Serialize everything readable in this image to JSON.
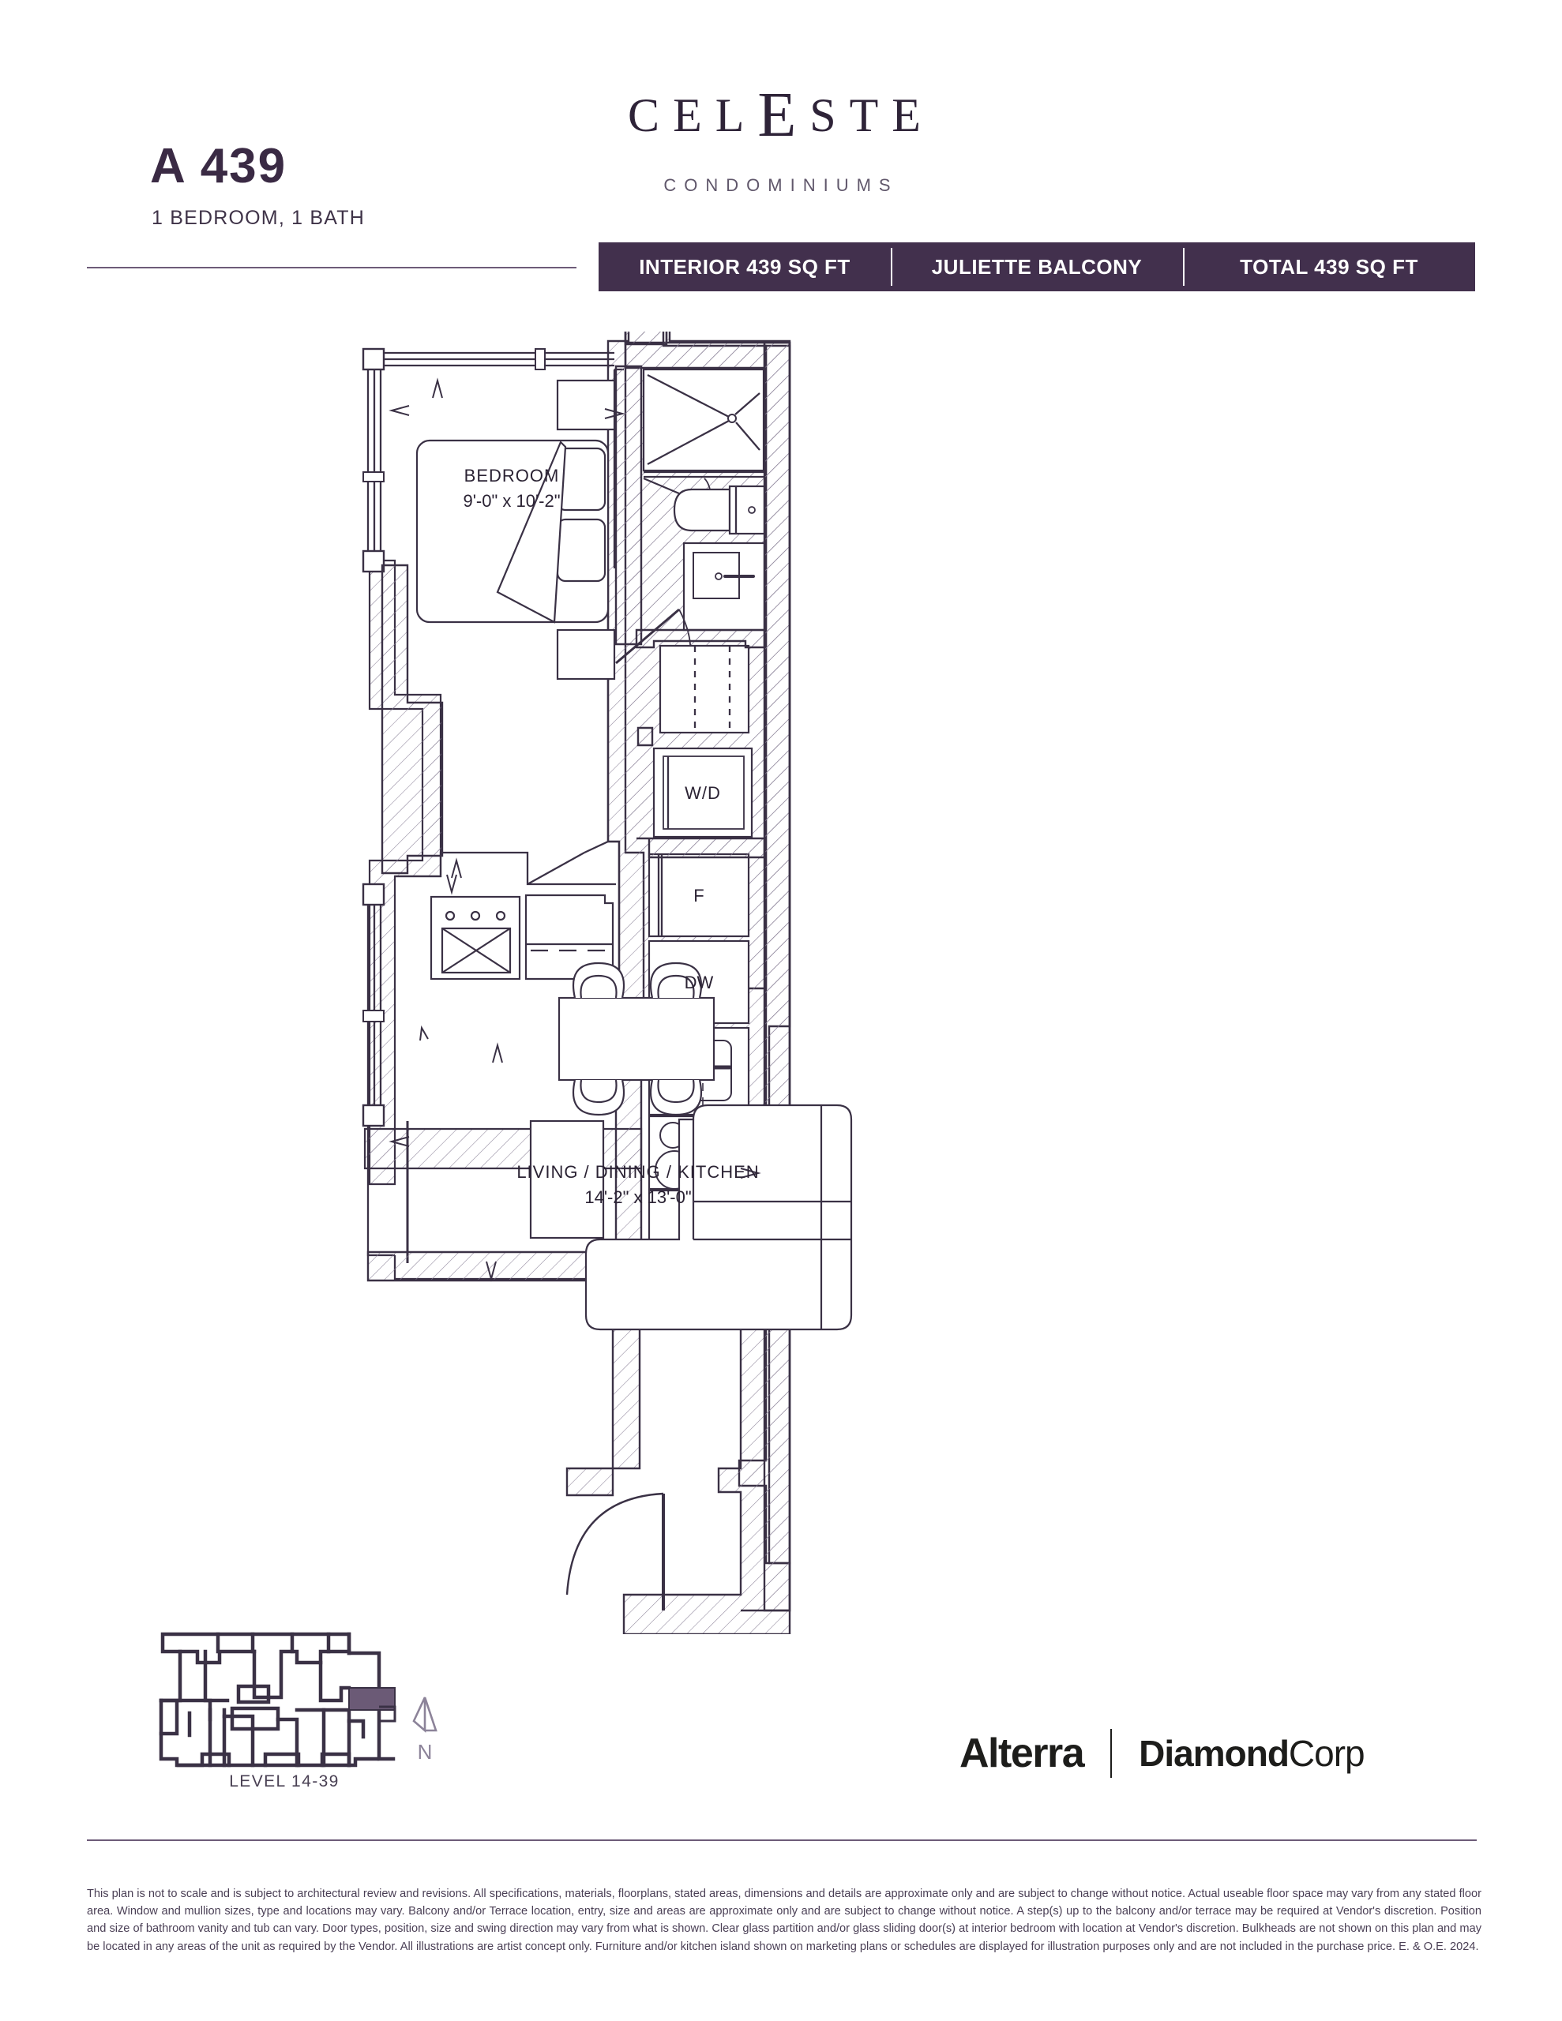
{
  "header": {
    "unit_code": "A 439",
    "unit_subtitle": "1 BEDROOM,  1 BATH",
    "logo_part1": "C",
    "logo_part2": "EL",
    "logo_big_e": "E",
    "logo_part3": "STE",
    "logo_full": "CELESTE",
    "logo_subtitle": "CONDOMINIUMS",
    "banner": [
      {
        "label": "INTERIOR 439 SQ FT"
      },
      {
        "label": "JULIETTE BALCONY"
      },
      {
        "label": "TOTAL 439 SQ FT"
      }
    ]
  },
  "plan": {
    "rooms": [
      {
        "name": "BEDROOM",
        "dimensions": "9'-0\" x 10'-2\""
      },
      {
        "name": "LIVING / DINING / KITCHEN",
        "dimensions": "14'-2\" x 13'-0\""
      }
    ],
    "appliances": [
      {
        "label": "W/D"
      },
      {
        "label": "F"
      },
      {
        "label": "DW"
      }
    ],
    "balcony_label": "JULIETTE BALCONY"
  },
  "footer": {
    "level_label": "LEVEL 14-39",
    "north_letter": "N",
    "developer_primary": "Alterra",
    "developer_secondary_bold": "Diamond",
    "developer_secondary_light": "Corp",
    "disclaimer": "This plan is not to scale and is subject to architectural review and revisions. All specifications, materials, floorplans, stated areas, dimensions and details are approximate only and are subject to change without notice. Actual useable floor space may vary from any stated floor area. Window and mullion sizes, type and locations may vary. Balcony and/or Terrace location, entry, size and areas are approximate only and are subject to change without notice.  A step(s) up to the balcony and/or terrace may be required at Vendor's discretion.  Position and size of bathroom vanity and tub can vary.  Door types, position, size and swing direction may vary from what is shown. Clear glass partition and/or glass sliding door(s) at interior bedroom with location at Vendor's discretion. Bulkheads are not shown on this plan and may be located in any areas of the unit as required by the Vendor. All illustrations are artist concept only. Furniture and/or kitchen island shown on marketing plans or schedules are displayed for illustration purposes only and are not included in the purchase price. E. & O.E. 2024."
  },
  "colors": {
    "brand_purple": "#42304d",
    "ink": "#2e2338",
    "line": "#3a3145",
    "keyplan_highlight": "#6b5a76"
  }
}
